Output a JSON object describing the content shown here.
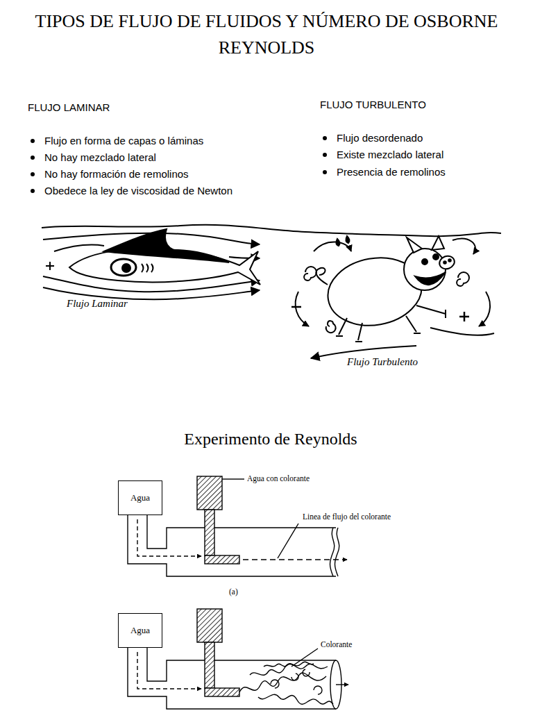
{
  "diagram": {
    "title": "TIPOS DE FLUJO DE FLUIDOS Y NÚMERO DE OSBORNE REYNOLDS",
    "nodes": [
      {
        "text": [
          "Agua"
        ]
      },
      {
        "text": [
          "Agua"
        ]
      }
    ],
    "labels": [
      "FLUJO LAMINAR",
      "Flujo en forma de capas o láminas",
      "No hay mezclado lateral",
      "No hay formación de remolinos",
      "Obedece la ley de viscosidad de Newton",
      "FLUJO TURBULENTO",
      "Flujo desordenado",
      "Existe mezclado lateral",
      "Presencia de remolinos",
      "Flujo Laminar",
      "Flujo Turbulento",
      "Experimento de Reynolds",
      "Agua con colorante",
      "Linea de flujo del colorante",
      "(a)",
      "Colorante"
    ]
  }
}
